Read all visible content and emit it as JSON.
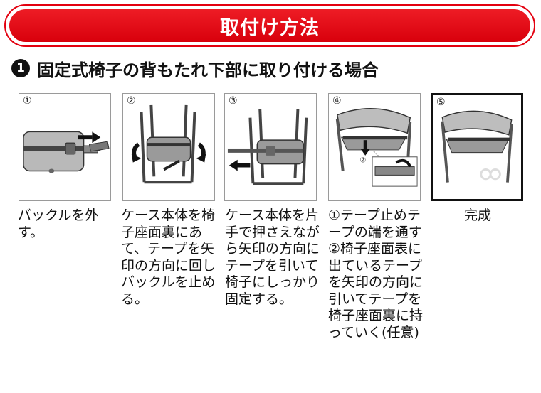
{
  "banner": {
    "title": "取付け方法"
  },
  "section": {
    "number": "1",
    "title": "固定式椅子の背もたれ下部に取り付ける場合"
  },
  "steps": [
    {
      "num": "①",
      "caption": "バックルを外す。"
    },
    {
      "num": "②",
      "caption": "ケース本体を椅子座面裏にあて、テープを矢印の方向に回しバックルを止める。"
    },
    {
      "num": "③",
      "caption": "ケース本体を片手で押さえながら矢印の方向にテープを引いて椅子にしっかり固定する。"
    },
    {
      "num": "④",
      "sub_num": "②",
      "caption": "①テープ止めテープの端を通す\n②椅子座面表に出ているテープを矢印の方向に引いてテープを椅子座面裏に持っていく(任意)"
    },
    {
      "num": "⑤",
      "caption": "完成"
    }
  ],
  "colors": {
    "accent": "#e3000f",
    "banner_fill": "#ee1c25"
  }
}
